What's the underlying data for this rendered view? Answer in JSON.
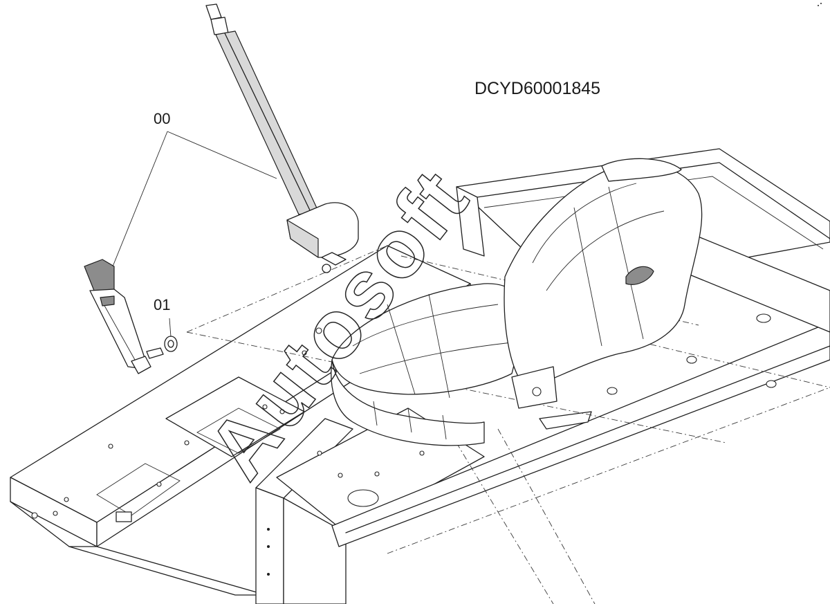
{
  "drawing": {
    "reference_code": "DCYD60001845",
    "watermark": "Autosoft"
  },
  "callouts": [
    {
      "label": "00",
      "part": "seat-belt-assembly"
    },
    {
      "label": "01",
      "part": "washer"
    }
  ],
  "colors": {
    "line": "#1f1f1f",
    "background": "#ffffff",
    "shade": "#d9d9d9"
  }
}
